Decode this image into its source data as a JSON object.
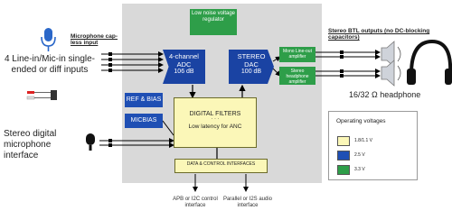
{
  "blocks": {
    "regulator": "Low noise voltage regulator",
    "adc_title": "4-channel",
    "adc_sub": "ADC",
    "adc_db": "106 dB",
    "dac_title": "STEREO",
    "dac_sub": "DAC",
    "dac_db": "100 dB",
    "mono_amp": "Mono Line-out amplifier",
    "hp_amp": "Stereo headphone amplifier",
    "ref_bias": "REF & BIAS",
    "micbias": "MICBIAS",
    "filters_title": "DIGITAL FILTERS",
    "filters_dots": "· · ·",
    "filters_sub": "Low latency for ANC",
    "data_ctrl": "DATA & CONTROL INTERFACES"
  },
  "labels": {
    "mic_cap": "Microphone cap-less input",
    "line_in": "4 Line-in/Mic-in single-ended or diff inputs",
    "stereo_mic": "Stereo digital microphone interface",
    "btl": "Stereo BTL outputs (no DC-blocking capacitors)",
    "headphone": "16/32 Ω headphone",
    "apb": "APB or I2C control interface",
    "i2s": "Parallel or I2S audio interface"
  },
  "legend": {
    "title": "Operating voltages",
    "items": [
      {
        "label": "1.8/1.1 V",
        "color": "#fbf7b8"
      },
      {
        "label": "2.5 V",
        "color": "#1f4fb4"
      },
      {
        "label": "3.3 V",
        "color": "#2e9e49"
      }
    ]
  }
}
